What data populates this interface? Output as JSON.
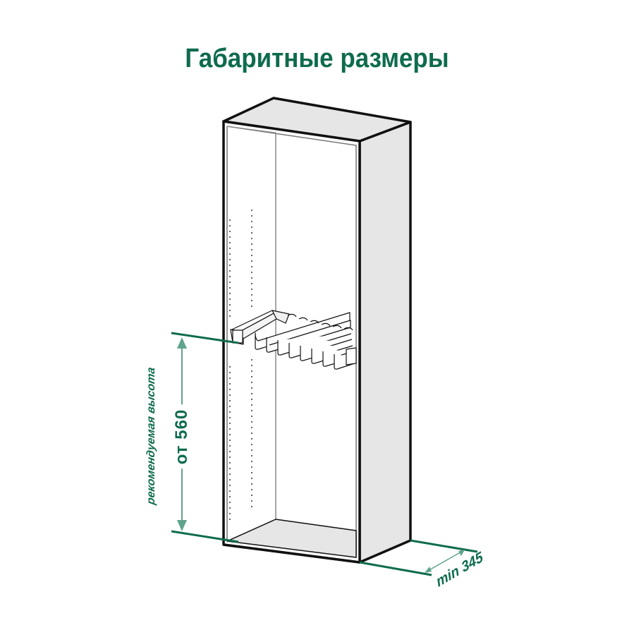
{
  "title": "Габаритные размеры",
  "colors": {
    "accent": "#0e6b4e",
    "arrow": "#5fa48c",
    "panel_fill": "#e6e6e6",
    "outline": "#111111"
  },
  "dimensions": {
    "height_caption": "рекомендуемая высота",
    "height_value": "от 560",
    "depth_value": "min 345"
  },
  "objects": {
    "cabinet": "open-cabinet",
    "mechanism": "pull-out-trouser-rack"
  }
}
